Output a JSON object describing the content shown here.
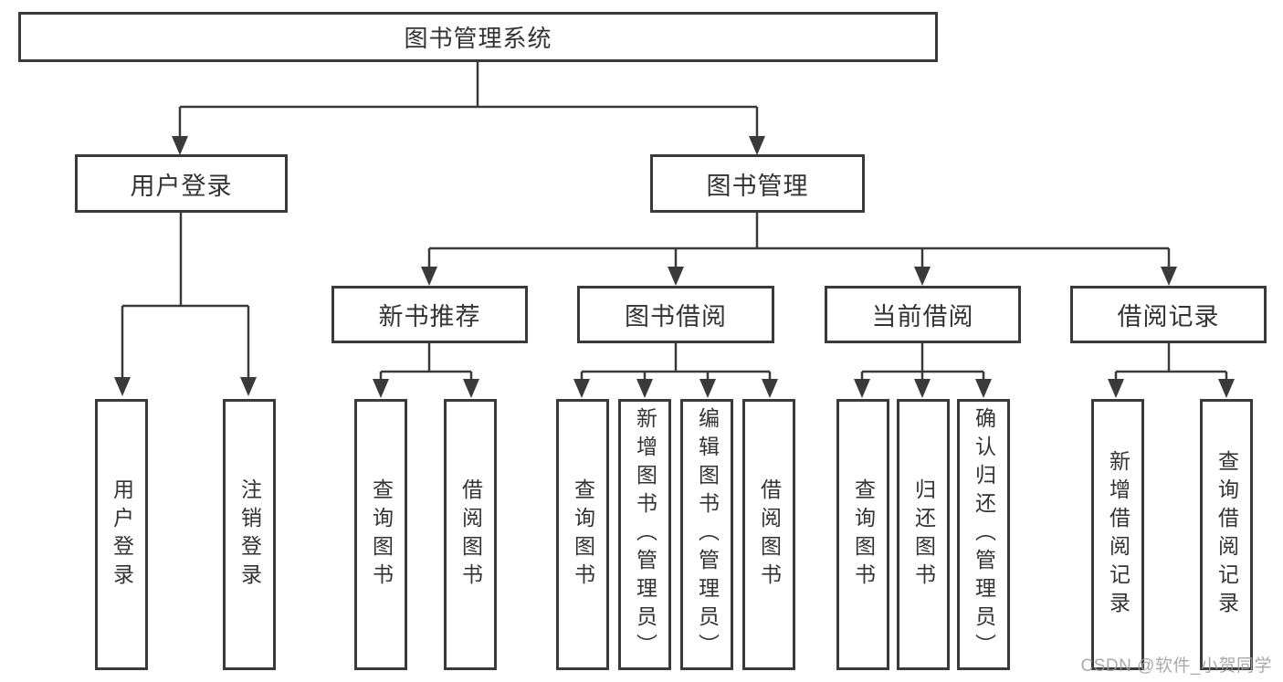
{
  "diagram": {
    "watermark": "CSDN @软件_小贺同学",
    "colors": {
      "line": "#3a3a3a",
      "border": "#3a3a3a",
      "text": "#333333",
      "background": "#ffffff",
      "watermark": "#9b9b9b"
    },
    "nodes": {
      "root": {
        "label": "图书管理系统"
      },
      "login": {
        "label": "用户登录"
      },
      "mgmt": {
        "label": "图书管理"
      },
      "rec": {
        "label": "新书推荐"
      },
      "borrow": {
        "label": "图书借阅"
      },
      "current": {
        "label": "当前借阅"
      },
      "records": {
        "label": "借阅记录"
      },
      "leaf_login": {
        "label": "用户登录"
      },
      "leaf_logout": {
        "label": "注销登录"
      },
      "rec_query": {
        "label": "查询图书"
      },
      "rec_borrow": {
        "label": "借阅图书"
      },
      "borrow_query": {
        "label": "查询图书"
      },
      "borrow_add": {
        "label": "新增图书（管理员）"
      },
      "borrow_edit": {
        "label": "编辑图书（管理员）"
      },
      "borrow_lend": {
        "label": "借阅图书"
      },
      "cur_query": {
        "label": "查询图书"
      },
      "cur_return": {
        "label": "归还图书"
      },
      "cur_confirm": {
        "label": "确认归还（管理员）"
      },
      "records_add": {
        "label": "新增借阅记录"
      },
      "records_query": {
        "label": "查询借阅记录"
      }
    },
    "edges": [
      {
        "from": "root",
        "to": "login"
      },
      {
        "from": "root",
        "to": "mgmt"
      },
      {
        "from": "login",
        "to": "leaf_login"
      },
      {
        "from": "login",
        "to": "leaf_logout"
      },
      {
        "from": "mgmt",
        "to": "rec"
      },
      {
        "from": "mgmt",
        "to": "borrow"
      },
      {
        "from": "mgmt",
        "to": "current"
      },
      {
        "from": "mgmt",
        "to": "records"
      },
      {
        "from": "rec",
        "to": "rec_query"
      },
      {
        "from": "rec",
        "to": "rec_borrow"
      },
      {
        "from": "borrow",
        "to": "borrow_query"
      },
      {
        "from": "borrow",
        "to": "borrow_add"
      },
      {
        "from": "borrow",
        "to": "borrow_edit"
      },
      {
        "from": "borrow",
        "to": "borrow_lend"
      },
      {
        "from": "current",
        "to": "cur_query"
      },
      {
        "from": "current",
        "to": "cur_return"
      },
      {
        "from": "current",
        "to": "cur_confirm"
      },
      {
        "from": "records",
        "to": "records_add"
      },
      {
        "from": "records",
        "to": "records_query"
      }
    ]
  }
}
